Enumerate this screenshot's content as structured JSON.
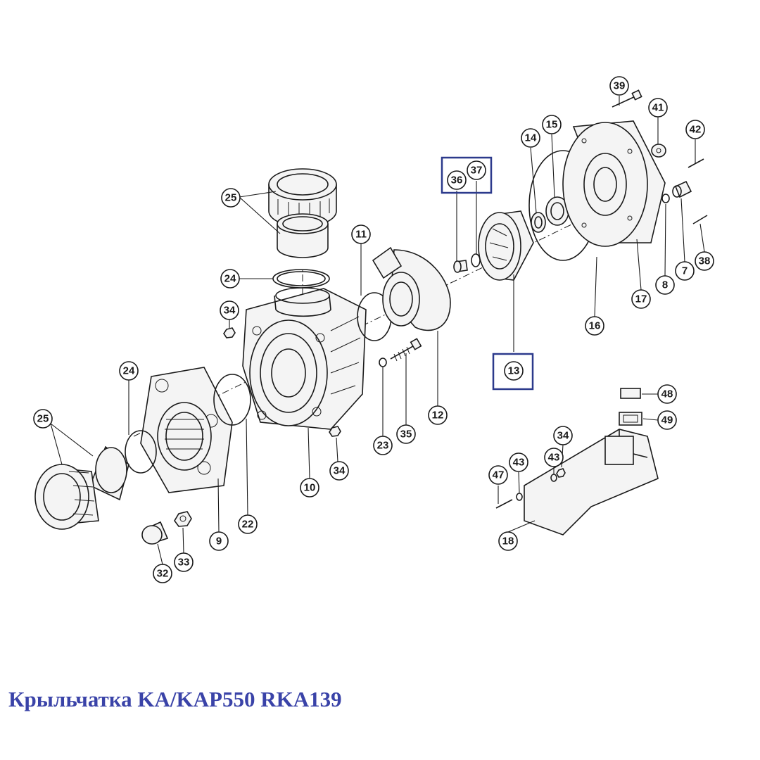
{
  "caption": "Крыльчатка KA/KAP550 RKA139",
  "accent_color": "#3a43a8",
  "highlighted_parts": [
    "36",
    "37",
    "13"
  ],
  "callouts": [
    {
      "id": "25a",
      "label": "25"
    },
    {
      "id": "25b",
      "label": "25"
    },
    {
      "id": "24a",
      "label": "24"
    },
    {
      "id": "24b",
      "label": "24"
    },
    {
      "id": "34a",
      "label": "34"
    },
    {
      "id": "34b",
      "label": "34"
    },
    {
      "id": "34c",
      "label": "34"
    },
    {
      "id": "11",
      "label": "11"
    },
    {
      "id": "36",
      "label": "36"
    },
    {
      "id": "37",
      "label": "37"
    },
    {
      "id": "14",
      "label": "14"
    },
    {
      "id": "15",
      "label": "15"
    },
    {
      "id": "39",
      "label": "39"
    },
    {
      "id": "41",
      "label": "41"
    },
    {
      "id": "42",
      "label": "42"
    },
    {
      "id": "38",
      "label": "38"
    },
    {
      "id": "7",
      "label": "7"
    },
    {
      "id": "8",
      "label": "8"
    },
    {
      "id": "17",
      "label": "17"
    },
    {
      "id": "16",
      "label": "16"
    },
    {
      "id": "13",
      "label": "13"
    },
    {
      "id": "12",
      "label": "12"
    },
    {
      "id": "35",
      "label": "35"
    },
    {
      "id": "23",
      "label": "23"
    },
    {
      "id": "10",
      "label": "10"
    },
    {
      "id": "22",
      "label": "22"
    },
    {
      "id": "9",
      "label": "9"
    },
    {
      "id": "33",
      "label": "33"
    },
    {
      "id": "32",
      "label": "32"
    },
    {
      "id": "48",
      "label": "48"
    },
    {
      "id": "49",
      "label": "49"
    },
    {
      "id": "43a",
      "label": "43"
    },
    {
      "id": "43b",
      "label": "43"
    },
    {
      "id": "47",
      "label": "47"
    },
    {
      "id": "18",
      "label": "18"
    }
  ]
}
